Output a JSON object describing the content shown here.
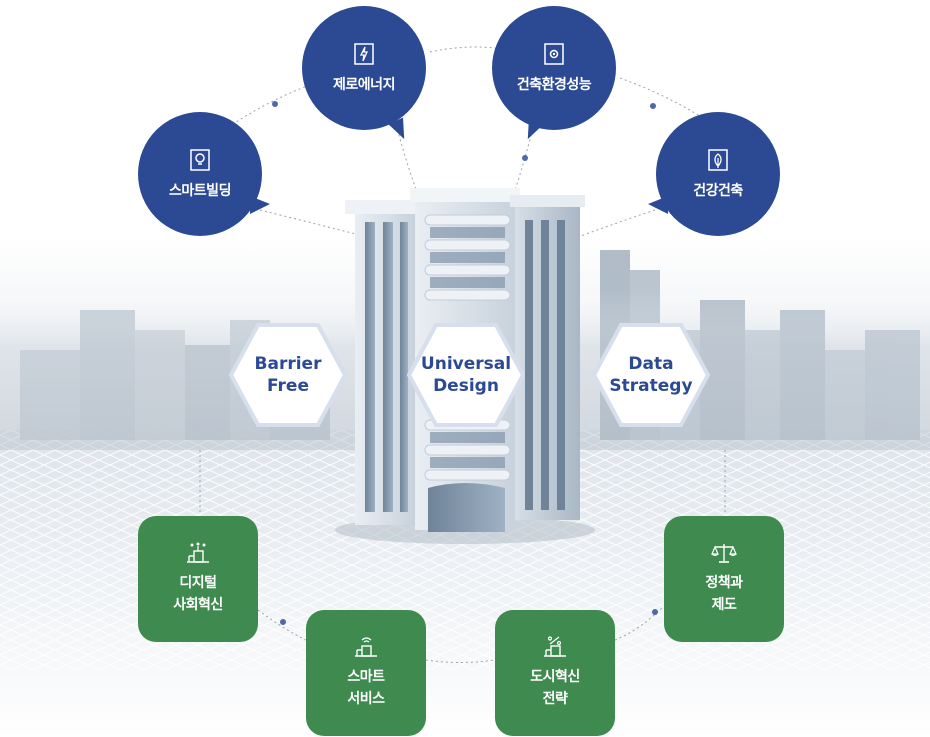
{
  "top_circles": [
    {
      "id": "smart-building",
      "label": "스마트빌딩",
      "icon": "lightbulb-icon"
    },
    {
      "id": "zero-energy",
      "label": "제로에너지",
      "icon": "lightning-icon"
    },
    {
      "id": "building-env",
      "label": "건축환경성능",
      "icon": "gear-icon"
    },
    {
      "id": "healthy-arch",
      "label": "건강건축",
      "icon": "leaf-icon"
    }
  ],
  "hexagons": [
    {
      "id": "barrier-free",
      "lines": [
        "Barrier",
        "Free"
      ]
    },
    {
      "id": "universal-design",
      "lines": [
        "Universal",
        "Design"
      ]
    },
    {
      "id": "data-strategy",
      "lines": [
        "Data",
        "Strategy"
      ]
    }
  ],
  "bottom_boxes": [
    {
      "id": "digital-social",
      "lines": [
        "디지털",
        "사회혁신"
      ],
      "icon": "digital-network-building-icon"
    },
    {
      "id": "smart-service",
      "lines": [
        "스마트",
        "서비스"
      ],
      "icon": "wifi-building-icon"
    },
    {
      "id": "urban-innovation",
      "lines": [
        "도시혁신",
        "전략"
      ],
      "icon": "percent-building-icon"
    },
    {
      "id": "policy",
      "lines": [
        "정책과",
        "제도"
      ],
      "icon": "scales-icon"
    }
  ],
  "colors": {
    "navy": "#2c4a94",
    "green": "#3f8a4f",
    "hex_border": "#cfd8ea"
  }
}
